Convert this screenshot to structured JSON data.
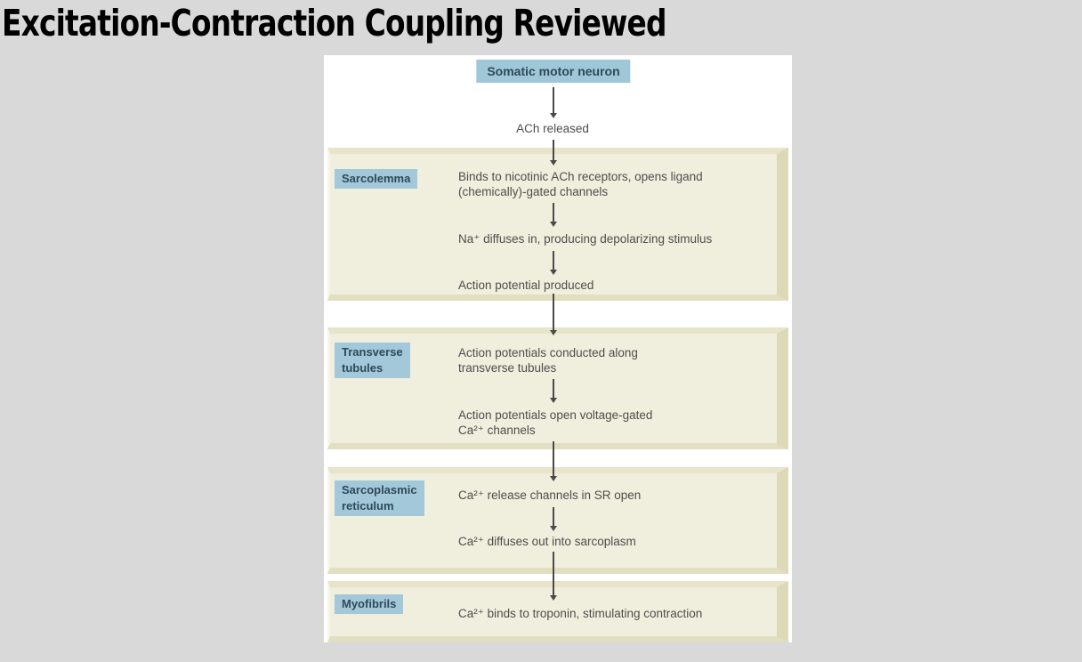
{
  "title": "Excitation-Contraction Coupling Reviewed",
  "flowchart": {
    "start": "Somatic motor neuron",
    "pre_step": "ACh released",
    "panels": [
      {
        "label": "Sarcolemma",
        "steps": [
          "Binds to nicotinic ACh receptors, opens ligand\n(chemically)-gated channels",
          "Na⁺ diffuses in, producing depolarizing stimulus",
          "Action potential produced"
        ]
      },
      {
        "label": "Transverse\ntubules",
        "steps": [
          "Action potentials conducted along\ntransverse tubules",
          "Action potentials open voltage-gated\nCa²⁺ channels"
        ]
      },
      {
        "label": "Sarcoplasmic\nreticulum",
        "steps": [
          "Ca²⁺ release channels in SR open",
          "Ca²⁺ diffuses out into sarcoplasm"
        ]
      },
      {
        "label": "Myofibrils",
        "steps": [
          "Ca²⁺ binds to troponin, stimulating contraction"
        ]
      }
    ],
    "colors": {
      "slide_background": "#d9d9d9",
      "figure_background": "#ffffff",
      "panel_face": "#f0efde",
      "panel_side": "#dcd9b9",
      "label_background": "#a2c8da",
      "label_text": "#2e4a57",
      "step_text": "#4d4d4d",
      "title_text": "#000000"
    }
  }
}
